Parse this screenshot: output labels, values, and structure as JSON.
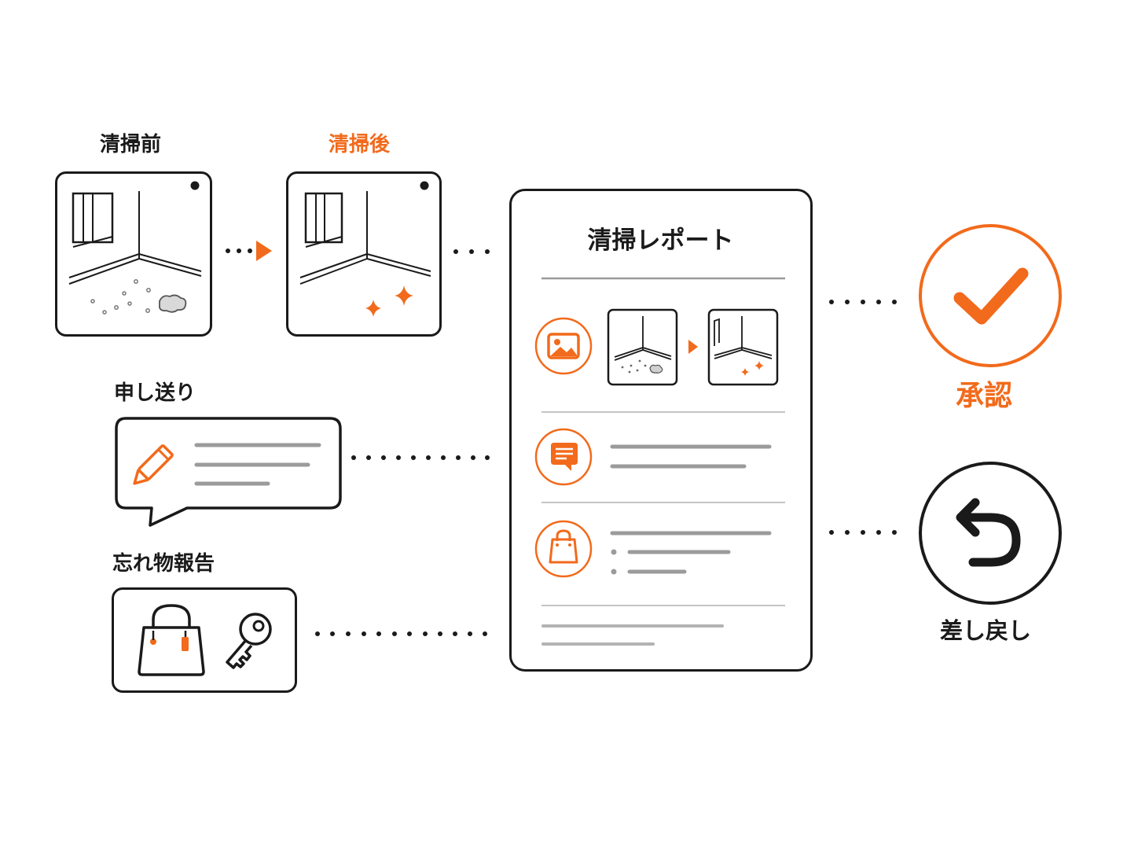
{
  "colors": {
    "accent": "#f26a1b",
    "ink": "#1a1a1a",
    "line": "#9b9b9b"
  },
  "photos": {
    "before": {
      "label": "清掃前",
      "icon": "dirty-room-corner-icon"
    },
    "after": {
      "label": "清掃後",
      "icon": "clean-room-corner-icon"
    }
  },
  "handover": {
    "label": "申し送り",
    "icon": "pencil-icon"
  },
  "lost_items": {
    "label": "忘れ物報告",
    "icons": [
      "handbag-icon",
      "key-icon"
    ]
  },
  "report": {
    "title": "清掃レポート",
    "sections": [
      {
        "icon": "image-icon",
        "content": "before-after-thumbnails"
      },
      {
        "icon": "message-icon",
        "content": "text-lines"
      },
      {
        "icon": "handbag-icon",
        "content": "bullet-list"
      }
    ]
  },
  "outcomes": {
    "approve": {
      "label": "承認",
      "icon": "checkmark-icon"
    },
    "return": {
      "label": "差し戻し",
      "icon": "undo-arrow-icon"
    }
  }
}
